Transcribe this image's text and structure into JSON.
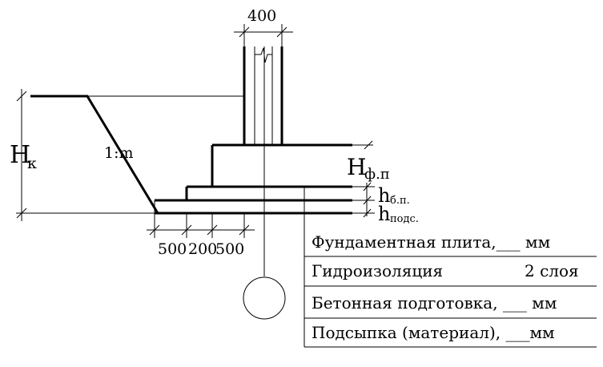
{
  "dimensions": {
    "column_width": "400",
    "bottom_1": "500",
    "bottom_2": "200",
    "bottom_3": "500"
  },
  "labels": {
    "h_k_main": "H",
    "h_k_sub": "к",
    "slope": "1:m",
    "h_fp_main": "H",
    "h_fp_sub": "ф.п",
    "h_bp_main": "h",
    "h_bp_sub": "б.п.",
    "h_pods_main": "h",
    "h_pods_sub": "подс."
  },
  "legend": {
    "rows": [
      "Фундаментная плита,___ мм",
      "Гидроизоляция",
      "Бетонная подготовка, ___ мм",
      "Подсыпка (материал), ___мм"
    ],
    "row2_right": "2 слоя"
  }
}
